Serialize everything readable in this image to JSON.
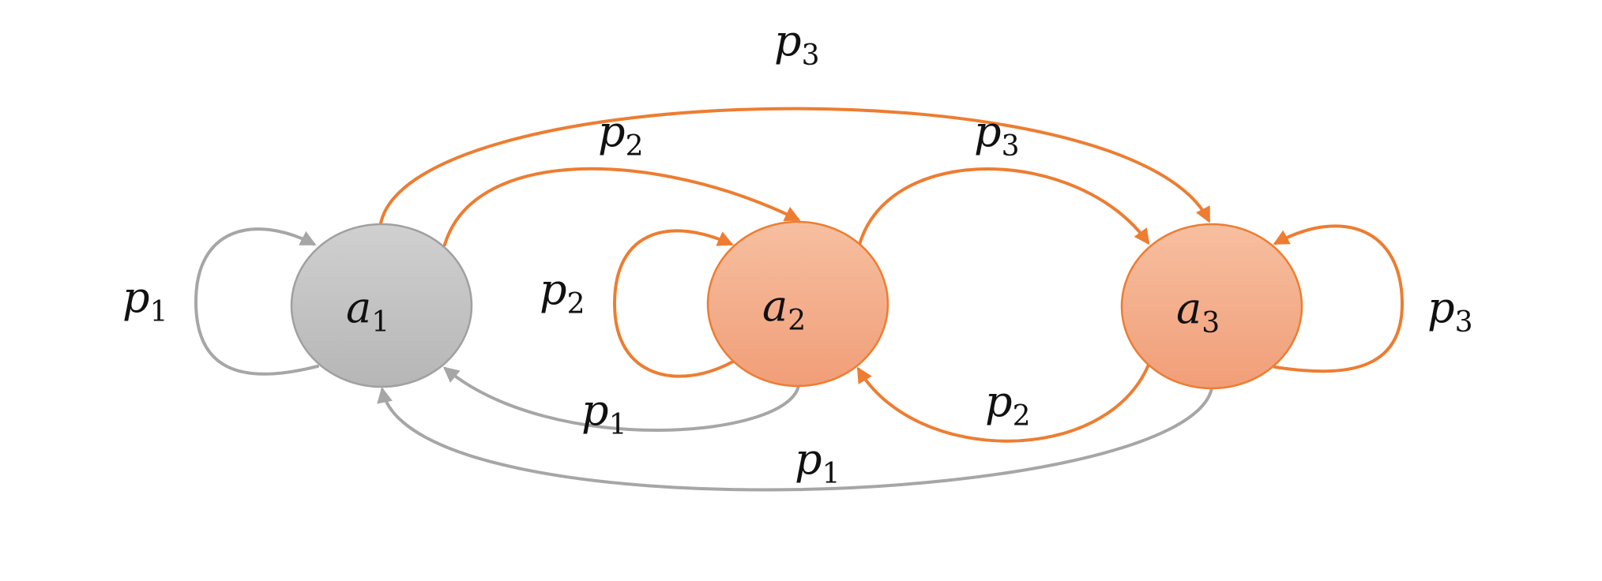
{
  "colors": {
    "gray_edge": "#a6a6a6",
    "orange_edge": "#ed7d31",
    "gray_node_top": "#d0d0d0",
    "gray_node_bottom": "#b6b6b6",
    "gray_node_stroke": "#a0a0a0",
    "orange_node_top": "#f6bfa0",
    "orange_node_bottom": "#f19e78",
    "orange_node_stroke": "#ed7d31"
  },
  "nodes": [
    {
      "id": "a1",
      "base": "a",
      "sub": "1",
      "style": "gray"
    },
    {
      "id": "a2",
      "base": "a",
      "sub": "2",
      "style": "orange"
    },
    {
      "id": "a3",
      "base": "a",
      "sub": "3",
      "style": "orange"
    }
  ],
  "edges": [
    {
      "id": "a1-a1",
      "from": "a1",
      "to": "a1",
      "base": "p",
      "sub": "1",
      "color": "gray"
    },
    {
      "id": "a1-a2",
      "from": "a1",
      "to": "a2",
      "base": "p",
      "sub": "2",
      "color": "orange"
    },
    {
      "id": "a1-a3",
      "from": "a1",
      "to": "a3",
      "base": "p",
      "sub": "3",
      "color": "orange"
    },
    {
      "id": "a2-a2",
      "from": "a2",
      "to": "a2",
      "base": "p",
      "sub": "2",
      "color": "orange"
    },
    {
      "id": "a2-a1",
      "from": "a2",
      "to": "a1",
      "base": "p",
      "sub": "1",
      "color": "gray"
    },
    {
      "id": "a2-a3",
      "from": "a2",
      "to": "a3",
      "base": "p",
      "sub": "3",
      "color": "orange"
    },
    {
      "id": "a3-a3",
      "from": "a3",
      "to": "a3",
      "base": "p",
      "sub": "3",
      "color": "orange"
    },
    {
      "id": "a3-a2",
      "from": "a3",
      "to": "a2",
      "base": "p",
      "sub": "2",
      "color": "orange"
    },
    {
      "id": "a3-a1",
      "from": "a3",
      "to": "a1",
      "base": "p",
      "sub": "1",
      "color": "gray"
    }
  ]
}
